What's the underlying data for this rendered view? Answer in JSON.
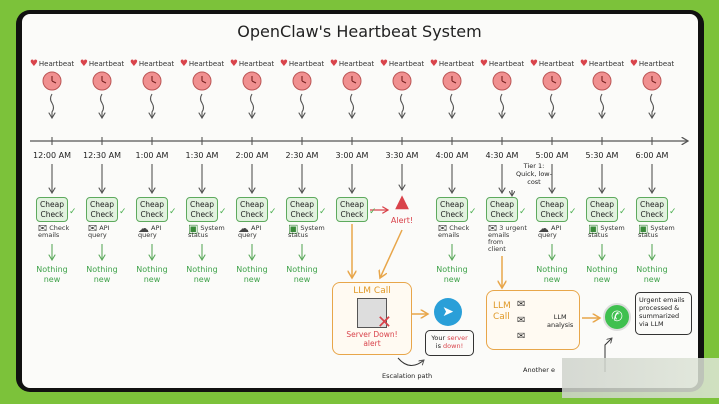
{
  "title": "OpenClaw's Heartbeat System",
  "heartbeat_label": "Heartbeat",
  "check_label": [
    "Cheap",
    "Check"
  ],
  "nothing_new": [
    "Nothing",
    "new"
  ],
  "columns": [
    {
      "time": "12:00 AM",
      "icon": "envelope-icon",
      "check": [
        "Check",
        "emails"
      ],
      "result": true
    },
    {
      "time": "12:30 AM",
      "icon": "envelope-icon",
      "check": [
        "API",
        "query"
      ],
      "result": true
    },
    {
      "time": "1:00 AM",
      "icon": "cloud-icon",
      "check": [
        "API",
        "query"
      ],
      "result": true
    },
    {
      "time": "1:30 AM",
      "icon": "monitor-icon",
      "check": [
        "System",
        "status"
      ],
      "result": true
    },
    {
      "time": "2:00 AM",
      "icon": "cloud-icon",
      "check": [
        "API",
        "query"
      ],
      "result": true
    },
    {
      "time": "2:30 AM",
      "icon": "monitor-icon",
      "check": [
        "System",
        "status"
      ],
      "result": true
    },
    {
      "time": "3:00 AM",
      "icon": "",
      "check": [],
      "result": false
    },
    {
      "time": "3:30 AM",
      "icon": "",
      "check": [],
      "result": false,
      "alert": true
    },
    {
      "time": "4:00 AM",
      "icon": "envelope-icon",
      "check": [
        "Check",
        "emails"
      ],
      "result": true
    },
    {
      "time": "4:30 AM",
      "icon": "envelope-icon",
      "check": [
        "3 urgent",
        "emails",
        "from",
        "client"
      ],
      "result": false
    },
    {
      "time": "5:00 AM",
      "icon": "cloud-icon",
      "check": [
        "API",
        "query"
      ],
      "result": true
    },
    {
      "time": "5:30 AM",
      "icon": "monitor-icon",
      "check": [
        "System",
        "status"
      ],
      "result": true
    },
    {
      "time": "6:00 AM",
      "icon": "monitor-icon",
      "check": [
        "System",
        "status"
      ],
      "result": true
    }
  ],
  "alert_label": "Alert!",
  "tier_note": [
    "Tier 1:",
    "Quick, low-",
    "cost"
  ],
  "llm1": {
    "title": "LLM Call",
    "status": [
      "Server Down!",
      "alert"
    ]
  },
  "telegram_msg": {
    "a": "Your ",
    "b": "server",
    "c": "is ",
    "d": "down!"
  },
  "escalation": "Escalation path",
  "llm2": {
    "title": [
      "LLM",
      "Call"
    ],
    "analysis": [
      "LLM",
      "analysis"
    ]
  },
  "whatsapp_msg": [
    "Urgent emails",
    "processed &",
    "summarized",
    "via LLM"
  ],
  "another": "Another e",
  "colors": {
    "bg": "#7cc23a",
    "green": "#5daa5d",
    "orange": "#e8a64a",
    "red": "#d9434b",
    "clock": "#f09090"
  }
}
